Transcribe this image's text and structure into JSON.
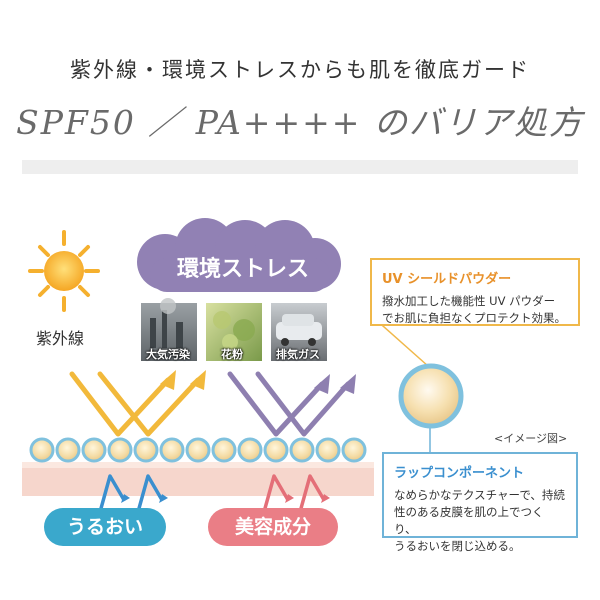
{
  "header": {
    "headline": "紫外線・環境ストレスからも肌を徹底ガード",
    "subhead": "SPF50 ／ PA++++ のバリア処方"
  },
  "diagram": {
    "uv_label": "紫外線",
    "stress_label": "環境ストレス",
    "photos": [
      {
        "caption": "大気汚染"
      },
      {
        "caption": "花粉"
      },
      {
        "caption": "排気ガス"
      }
    ],
    "moisture_label": "うるおい",
    "beauty_label": "美容成分",
    "image_note": "<イメージ図>"
  },
  "uv_powder": {
    "title": "UV シールドパウダー",
    "body_line1": "撥水加工した機能性 UV パウダー",
    "body_line2": "でお肌に負担なくプロテクト効果。"
  },
  "wrap": {
    "title": "ラップコンポーネント",
    "body_line1": "なめらかなテクスチャーで、持続",
    "body_line2": "性のある皮膜を肌の上でつくり、",
    "body_line3": "うるおいを閉じ込める。"
  },
  "colors": {
    "uv_arrow": "#f2b93b",
    "stress_arrow": "#8e7fb0",
    "stress_pill": "#9181b4",
    "moisture_pill": "#3aa8cc",
    "beauty_pill": "#ea7e86",
    "moisture_arrow": "#3a8fcf",
    "beauty_arrow": "#e46f78",
    "powder_border": "#f0b84a",
    "wrap_border": "#6fb3d8",
    "bead_outline": "#7fc1de",
    "bead_fill": "#f4dca6"
  },
  "icons": [
    "sun-icon",
    "pollution-photo",
    "pollen-photo",
    "exhaust-photo"
  ]
}
